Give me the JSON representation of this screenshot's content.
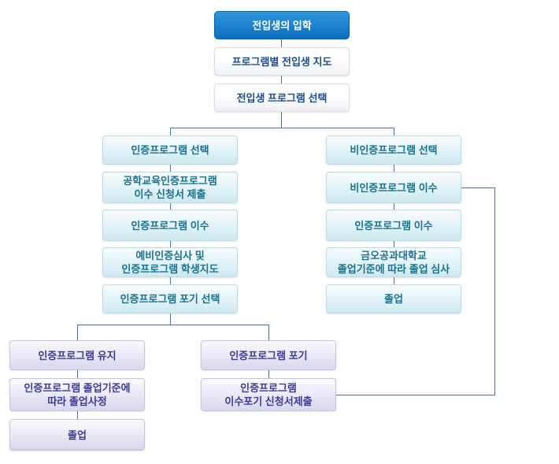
{
  "diagram": {
    "description": "Transfer student admission and engineering accreditation program flowchart"
  },
  "nodes": {
    "start": {
      "label": "전입생의 입학"
    },
    "guide": {
      "label": "프로그램별 전입생 지도"
    },
    "select": {
      "label": "전입생 프로그램 선택"
    },
    "l1": {
      "label": "인증프로그램 선택"
    },
    "l2": {
      "label": "공학교육인증프로그램\n이수 신청서 제출"
    },
    "l3": {
      "label": "인증프로그램 이수"
    },
    "l4": {
      "label": "예비인증심사 및\n인증프로그램 학생지도"
    },
    "l5": {
      "label": "인증프로그램 포기 선택"
    },
    "r1": {
      "label": "비인증프로그램 선택"
    },
    "r2": {
      "label": "비인증프로그램 이수"
    },
    "r3": {
      "label": "인증프로그램 이수"
    },
    "r4": {
      "label": "금오공과대학교\n졸업기준에 따라 졸업 심사"
    },
    "r5": {
      "label": "졸업"
    },
    "bl1": {
      "label": "인증프로그램 유지"
    },
    "bl2": {
      "label": "인증프로그램 졸업기준에\n따라 졸업사정"
    },
    "bl3": {
      "label": "졸업"
    },
    "bm1": {
      "label": "인증프로그램 포기"
    },
    "bm2": {
      "label": "인증프로그램\n이수포기 신청서제출"
    }
  },
  "colors": {
    "line": "#4c75a5",
    "blue_top": "#2e97e0",
    "blue_bottom": "#0d6dbd",
    "blue_border": "#0d62a8",
    "navy_text": "#1a4d8f",
    "white_bottom": "#eef0f4",
    "white_border": "#d9dce3",
    "cyan_top": "#f8fdfe",
    "cyan_bottom": "#cde9f0",
    "cyan_border": "#bcdce8",
    "teal_text": "#1b7290",
    "purple_top": "#fbfbfe",
    "purple_bottom": "#d8d6ec",
    "purple_border": "#c6c4dc",
    "purple_text": "#3b3d95"
  }
}
